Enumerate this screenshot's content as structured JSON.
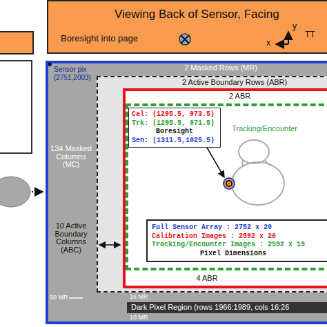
{
  "diagram": {
    "nodes": [
      {
        "text": [
          "Viewing Back of Sensor, Facing",
          "Boresight into page"
        ]
      },
      {
        "text": [
          "Sensor pix (2751,2003)"
        ]
      },
      {
        "text": [
          "2 Active Boundary Rows (ABR)"
        ],
        "in": 1
      },
      {
        "text": [
          "2 ABR"
        ],
        "in": 2
      },
      {
        "text": [
          "Tracking/Encounter"
        ],
        "in": 3
      },
      {
        "text": [
          "Sen: (1311.5,1025.5)",
          "Cal: (1295.5, 973.5)",
          "Trk: (1295.5, 971.5)",
          "Boresight"
        ],
        "in": 4
      },
      {
        "text": [
          "Pixel Dimensions",
          "Full Sensor Array : 2752 x 20",
          "Calibration Images : 2592 x 20",
          "Tracking/Encounter Images : 2592 x 19"
        ],
        "in": 4
      },
      {
        "text": [
          "Dark Pixel Region (rows 1966:1989, cols 16:26"
        ],
        "in": 1
      }
    ],
    "labels": [
      "2 Masked Rows (MR)",
      "134 Masked Columns (MC)",
      "10 Active Boundary Columns (ABC)",
      "4 ABR",
      "50 MR",
      "16 MR",
      "10 MR",
      "x",
      "y",
      "TT"
    ]
  }
}
